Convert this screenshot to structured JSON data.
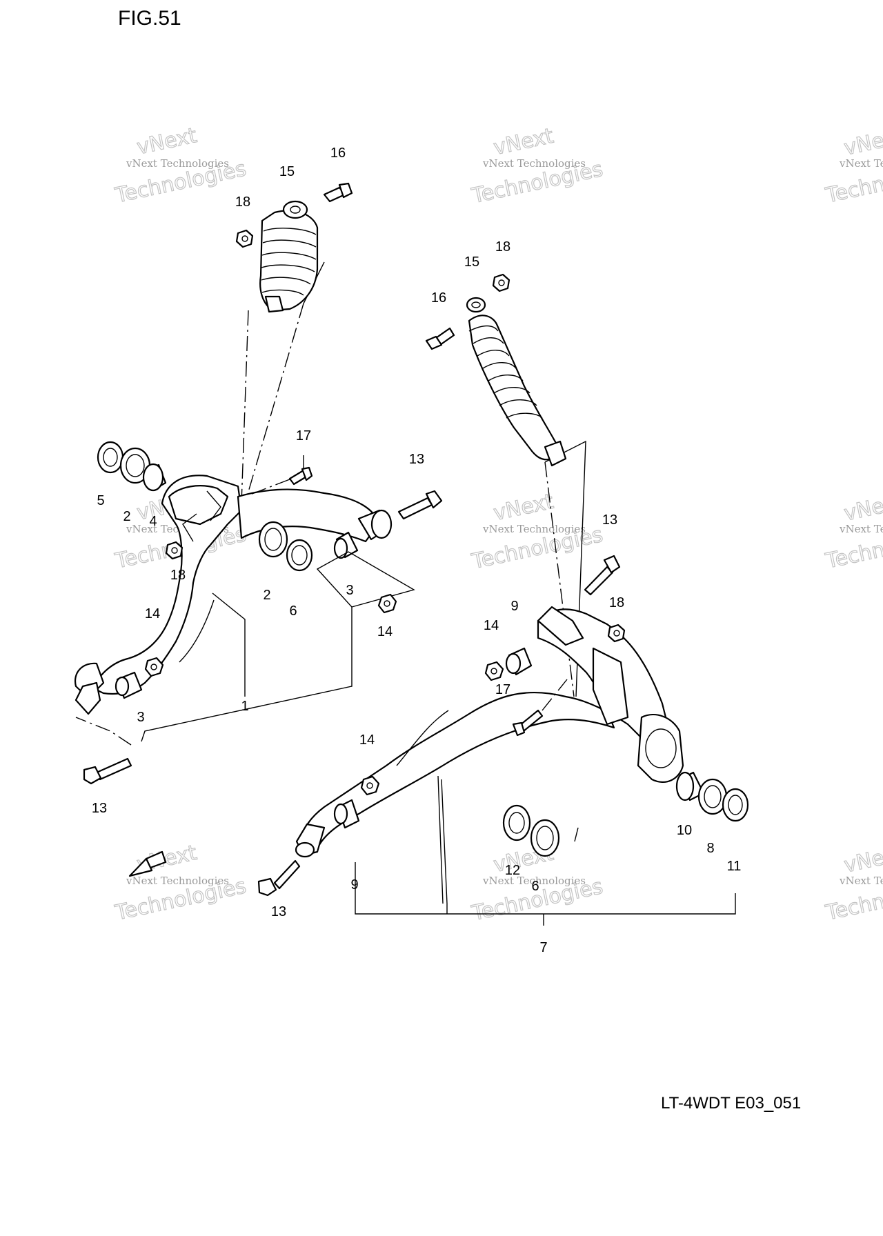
{
  "figure": {
    "title": "FIG.51",
    "code": "LT-4WDT E03_051"
  },
  "watermark": {
    "small": "vNext Technologies",
    "big_top": "vNext",
    "big_bottom": "Technologies"
  },
  "left_assembly": {
    "callouts": {
      "shock": "15",
      "shock_bolt": "16",
      "shock_nut": "18",
      "seal": "5",
      "bearing_a": "2",
      "spacer": "4",
      "bolt_17": "17",
      "bolt_13_upper": "13",
      "bearing_b": "2",
      "seal_b": "6",
      "bushing_a": "3",
      "nut_14_right": "14",
      "nut_18_lower": "18",
      "nut_14_left": "14",
      "bushing_b": "3",
      "arm": "1",
      "bolt_13_lower": "13"
    }
  },
  "right_assembly": {
    "callouts": {
      "shock": "15",
      "shock_nut": "18",
      "shock_bolt": "16",
      "bolt_13_upper": "13",
      "bushing_a": "9",
      "nut_14_upper": "14",
      "nut_18": "18",
      "bolt_17": "17",
      "nut_14_lower": "14",
      "bushing_b": "9",
      "bolt_13_lower": "13",
      "spacer": "10",
      "bearing": "8",
      "seal": "11",
      "bearing_b": "12",
      "seal_b": "6",
      "arm": "7"
    }
  }
}
